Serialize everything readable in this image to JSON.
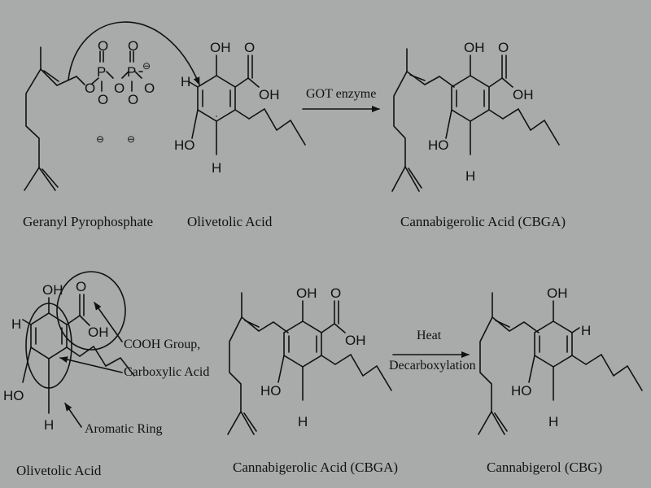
{
  "colors": {
    "background": "#a9aaaa",
    "ink": "#111111"
  },
  "reaction1": {
    "reactant1_label": "Geranyl Pyrophosphate",
    "reactant2_label": "Olivetolic Acid",
    "arrow_label": "GOT enzyme",
    "product_label": "Cannabigerolic Acid (CBGA)"
  },
  "annotation": {
    "molecule_label": "Olivetolic Acid",
    "cooh_callout": [
      "COOH Group,",
      "Carboxylic Acid"
    ],
    "ring_callout": "Aromatic Ring"
  },
  "reaction2": {
    "reactant_label": "Cannabigerolic Acid (CBGA)",
    "arrow_label": [
      "Heat",
      "Decarboxylation"
    ],
    "product_label": "Cannabigerol (CBG)"
  },
  "atoms": {
    "hydroxyl": "OH",
    "ho": "HO",
    "oxygen": "O",
    "hydrogen": "H",
    "phosphorus": "P",
    "negative_charge": "⊖"
  }
}
